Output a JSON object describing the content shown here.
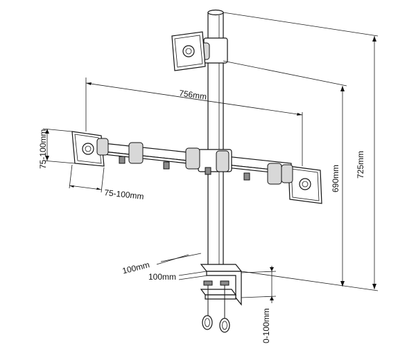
{
  "dimensions": {
    "top_arm_span": "756mm",
    "pole_height_overall": "725mm",
    "pole_height_to_desk": "690mm",
    "vesa_vertical": "75-100mm",
    "vesa_horizontal": "75-100mm",
    "clamp_depth_a": "100mm",
    "clamp_depth_b": "100mm",
    "desk_thickness": "0-100mm"
  },
  "icons": [
    "pole",
    "vesa-plate",
    "crossbar-arm",
    "desk-clamp",
    "clamp-screw"
  ]
}
